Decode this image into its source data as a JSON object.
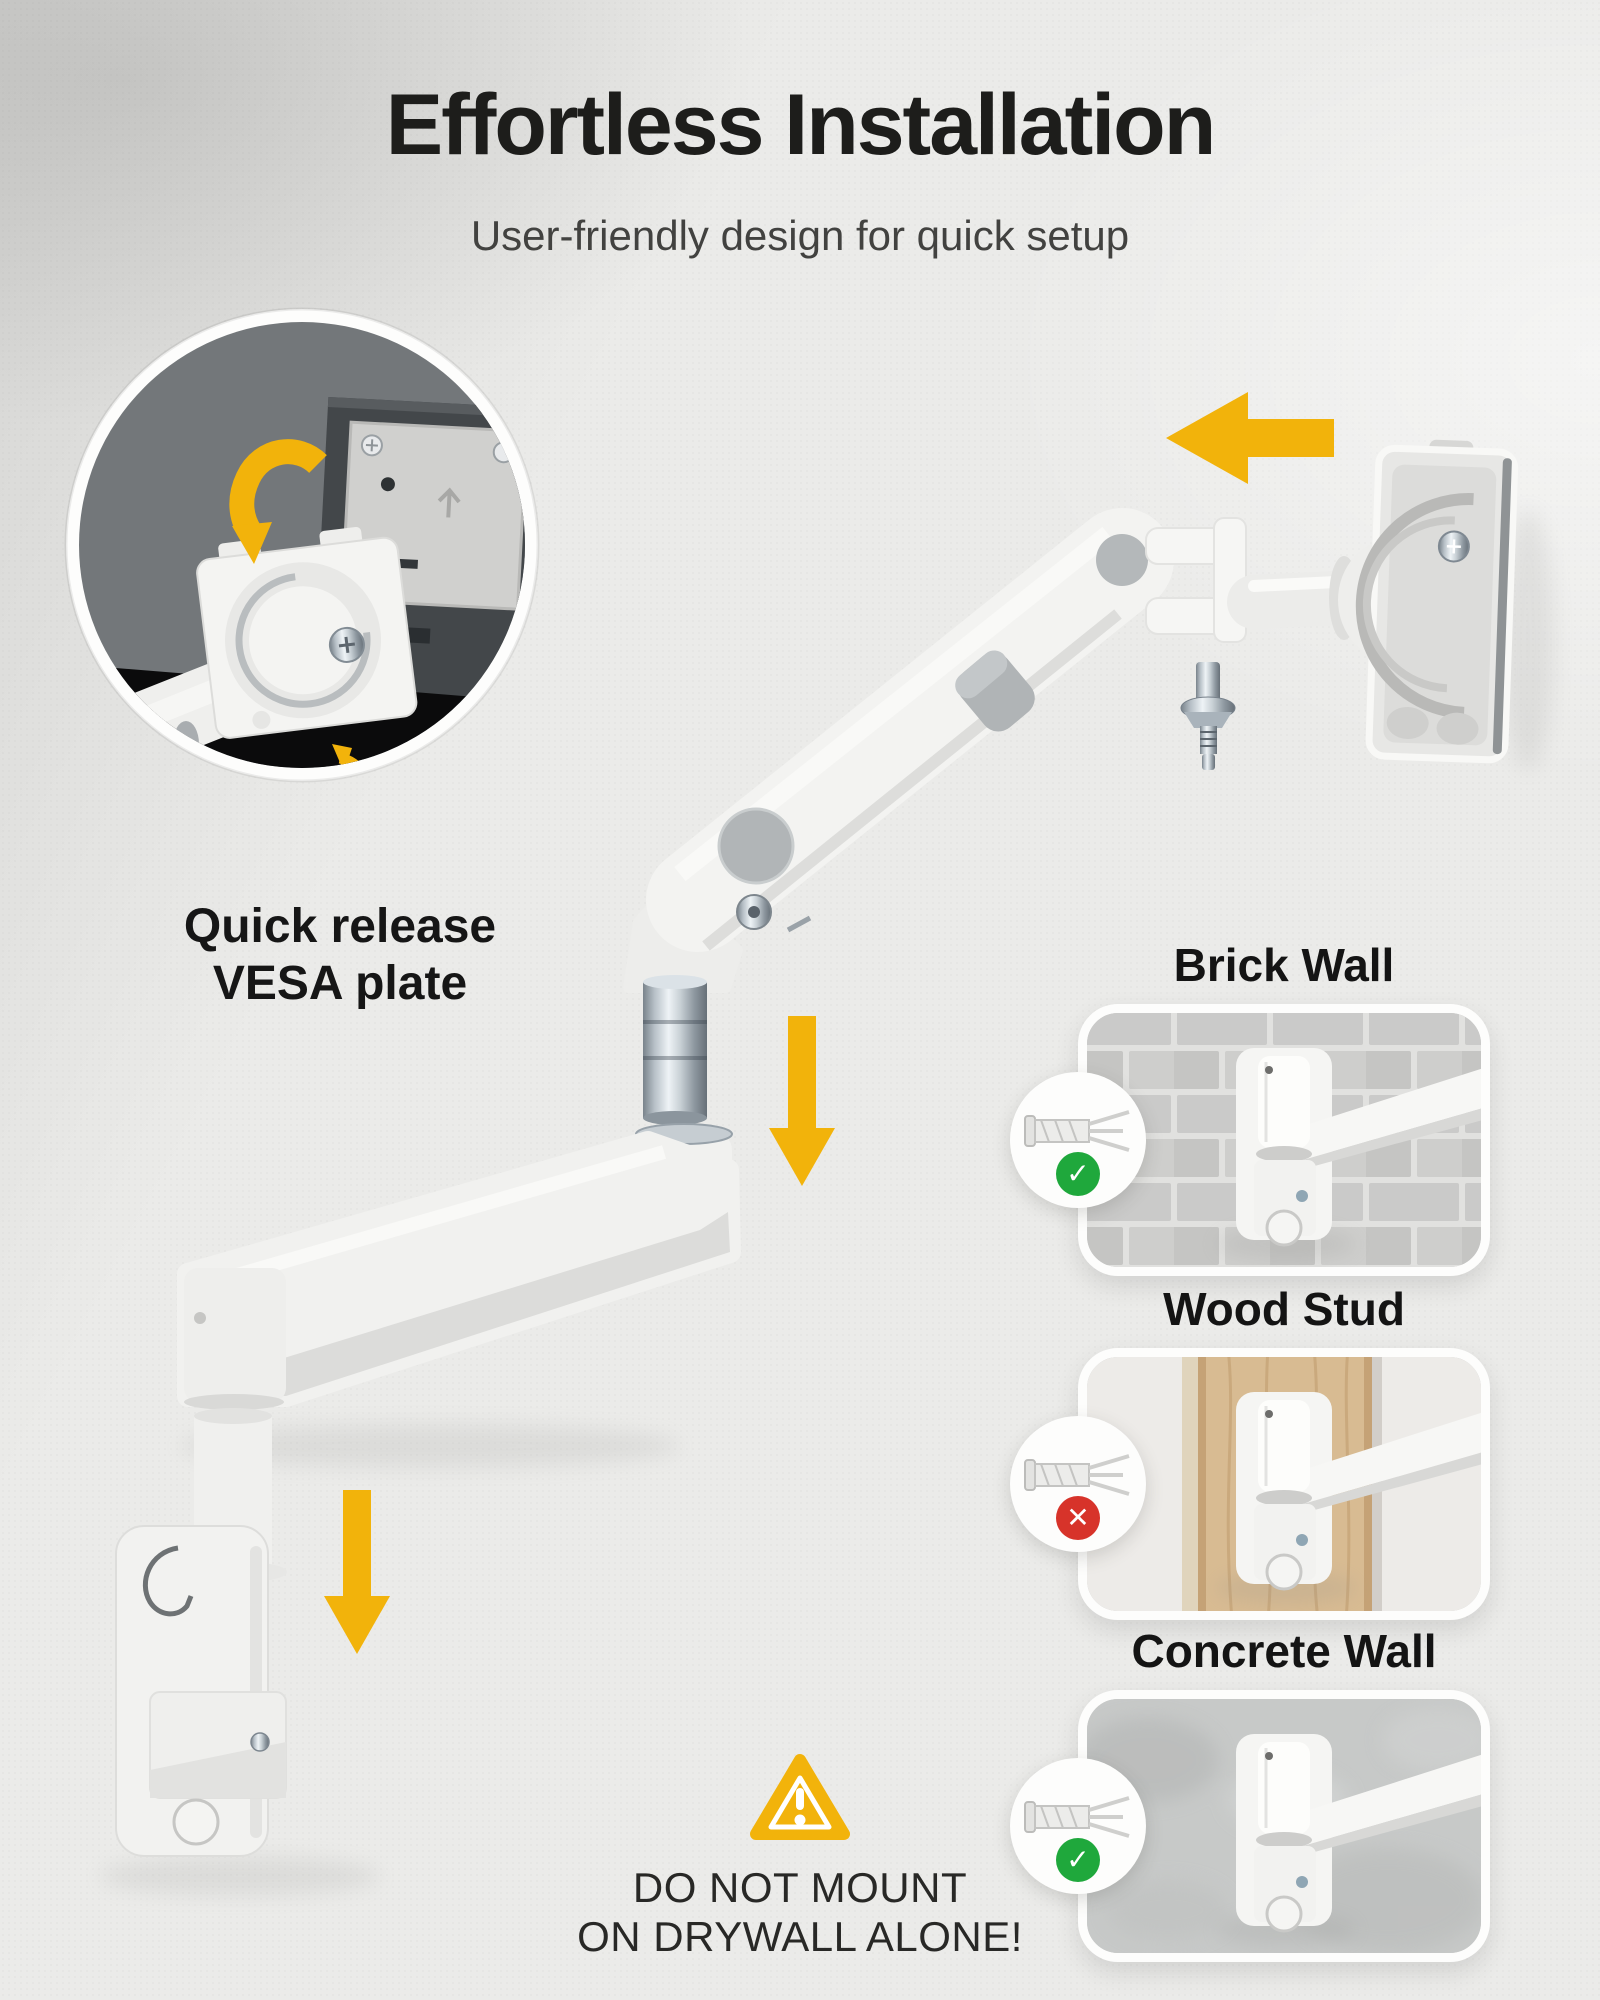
{
  "header": {
    "title": "Effortless Installation",
    "subtitle": "User-friendly design for quick setup"
  },
  "vesa_callout": {
    "line1": "Quick release",
    "line2": "VESA plate"
  },
  "wall_cards": [
    {
      "label": "Brick Wall",
      "surface": "brick",
      "anchor_icon": "wall-anchor-icon",
      "status": "check"
    },
    {
      "label": "Wood Stud",
      "surface": "wood",
      "anchor_icon": "wall-anchor-icon",
      "status": "cross"
    },
    {
      "label": "Concrete Wall",
      "surface": "concrete",
      "anchor_icon": "wall-anchor-icon",
      "status": "check"
    }
  ],
  "warning": {
    "icon": "warning-triangle-icon",
    "line1": "DO NOT MOUNT",
    "line2": "ON DRYWALL ALONE!"
  },
  "assembly_icons": {
    "top_right": "arrow-left-icon",
    "middle": "arrow-down-icon",
    "bottom_left": "arrow-down-icon",
    "inset_rotate": "curved-arrow-icon",
    "inset_knob": "circular-arrow-icon"
  },
  "colors": {
    "accent_yellow": "#F2B30B",
    "status_green": "#1FA83C",
    "status_red": "#D7332A",
    "background": "#EBEBE9",
    "title_text": "#1D1D1B",
    "subtitle_text": "#424240"
  }
}
